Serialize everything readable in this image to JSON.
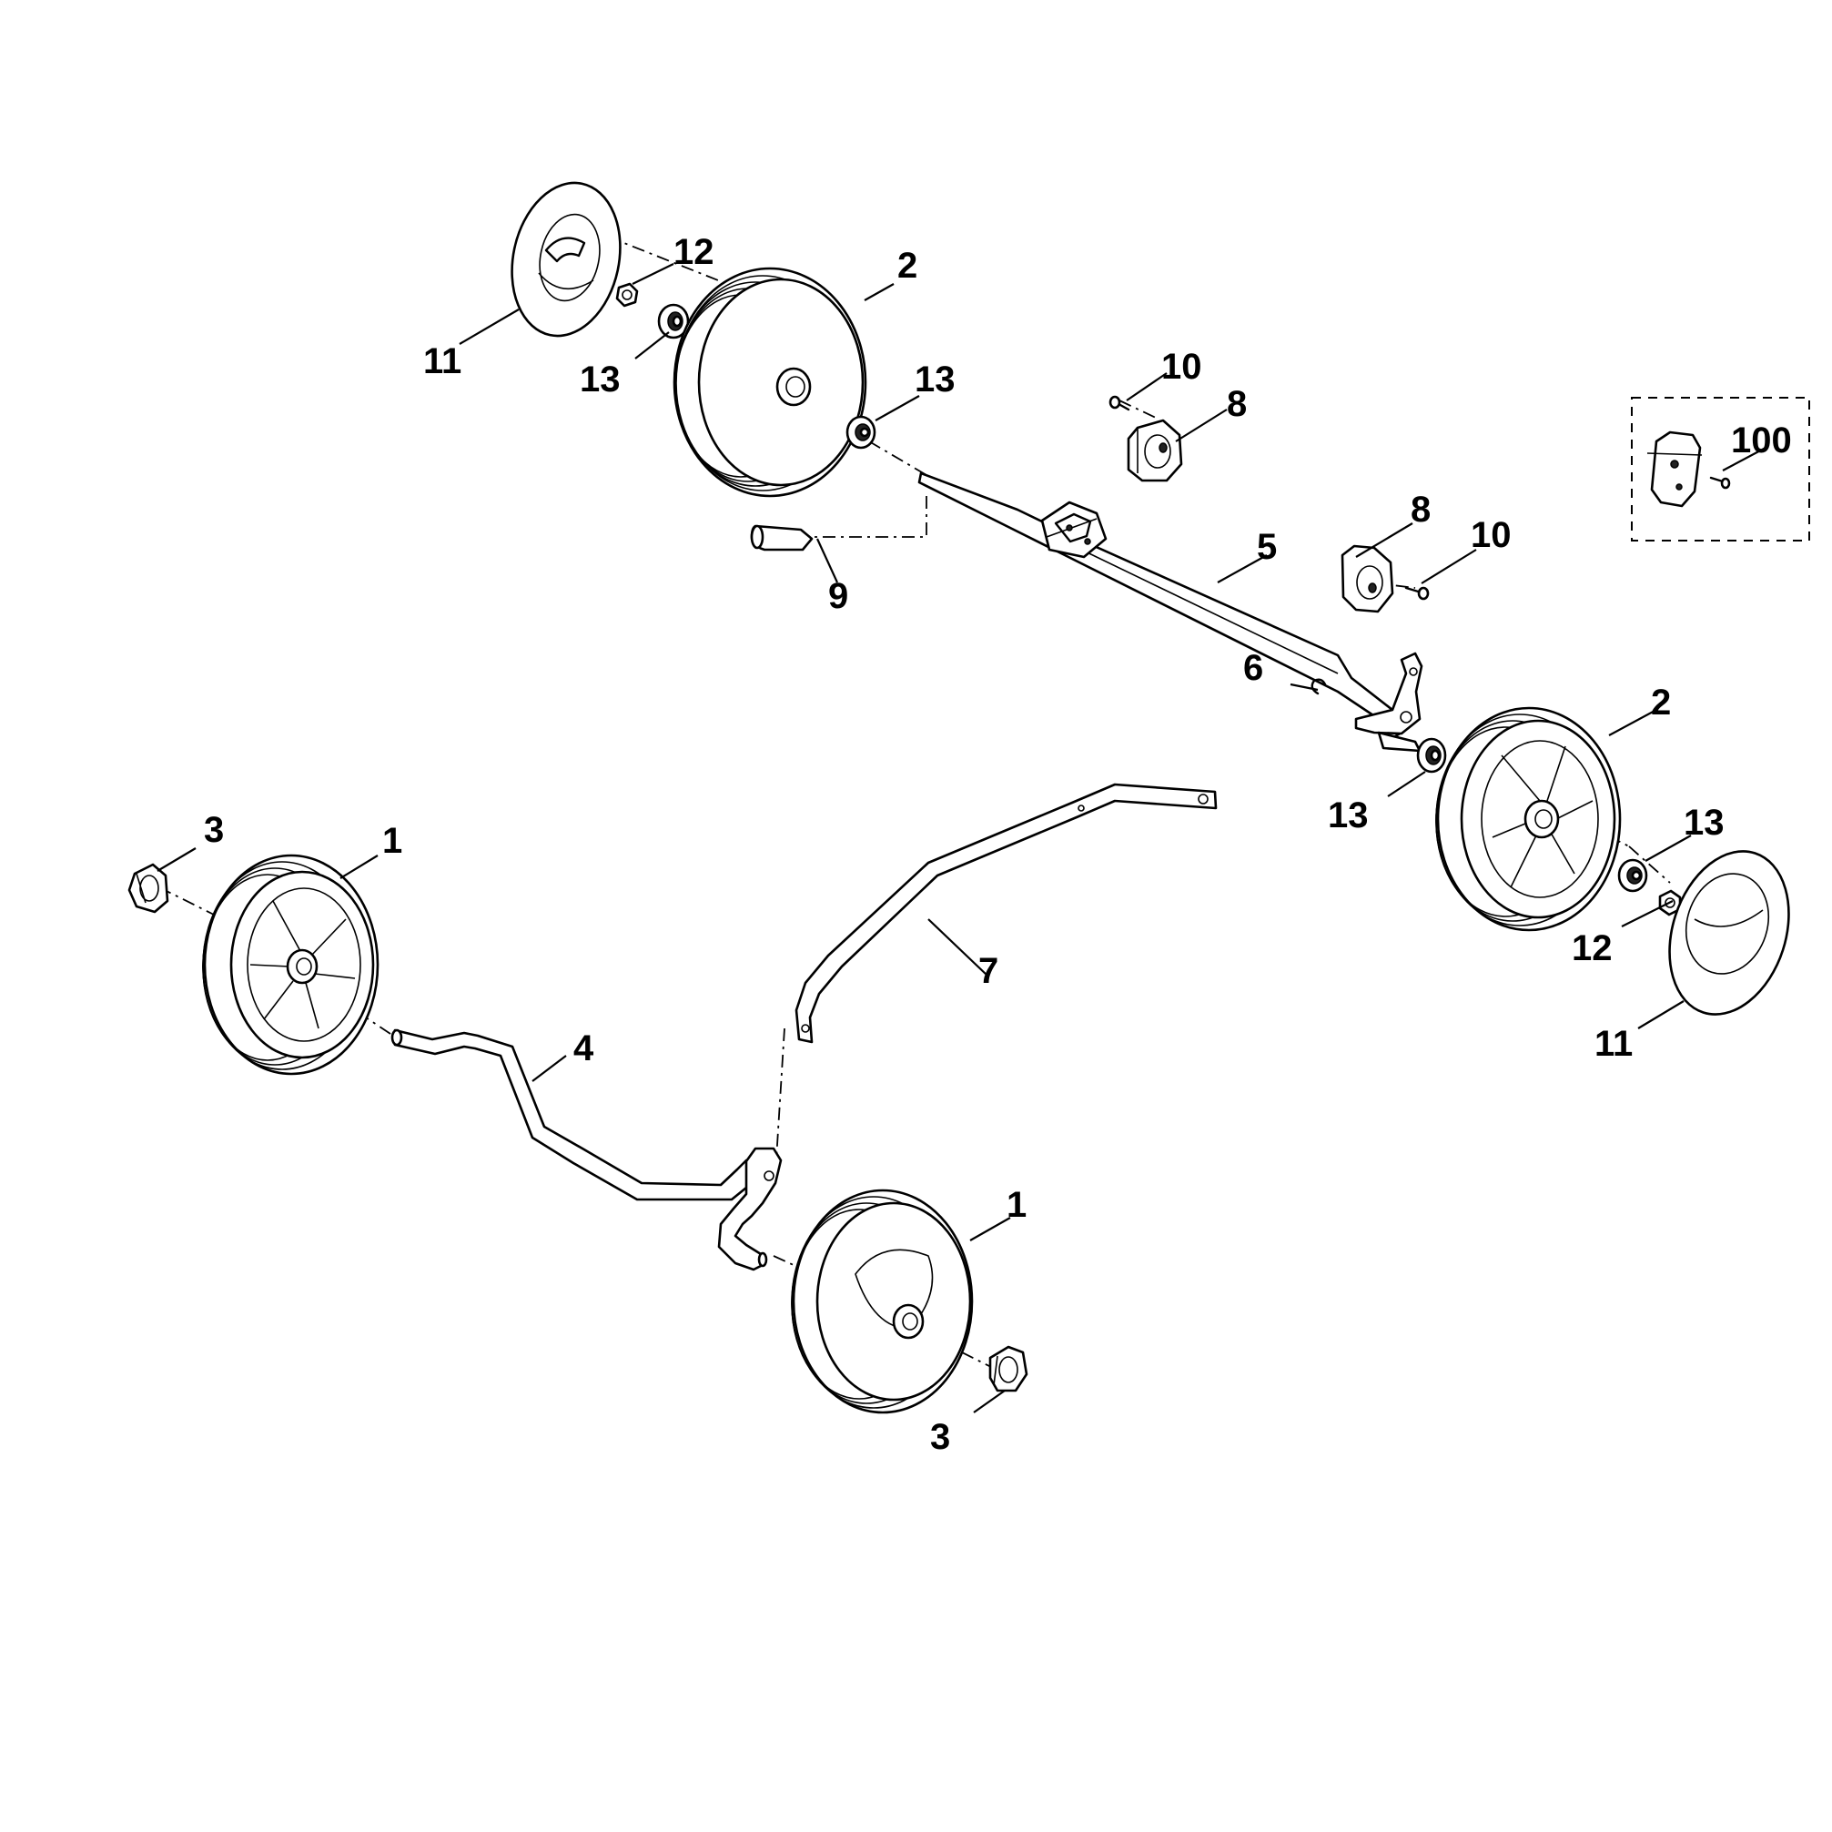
{
  "callouts": {
    "rear_left_hubcap": "11",
    "rear_left_nut": "12",
    "rear_left_bearing_outer": "13",
    "rear_left_wheel": "2",
    "rear_left_bearing_inner": "13",
    "top_screw": "10",
    "top_gear_housing": "8",
    "inset_kit": "100",
    "mid_gear_housing": "8",
    "mid_screw": "10",
    "rear_axle": "5",
    "grip_9": "9",
    "clip_6": "6",
    "rear_right_wheel": "2",
    "rear_right_bearing_inner": "13",
    "rear_right_bearing_outer": "13",
    "rear_right_nut": "12",
    "rear_right_hubcap": "11",
    "front_left_cap": "3",
    "front_left_wheel": "1",
    "height_rod": "7",
    "front_axle": "4",
    "front_right_wheel": "1",
    "front_right_cap": "3"
  }
}
